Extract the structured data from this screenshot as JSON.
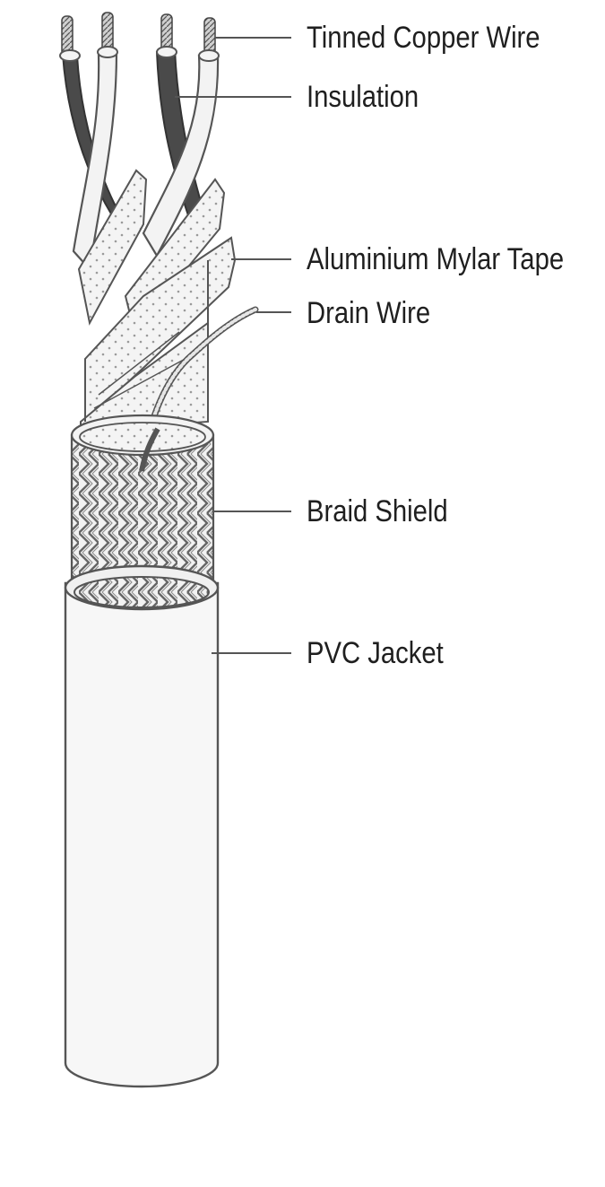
{
  "labels": {
    "tinned_copper_wire": "Tinned Copper Wire",
    "insulation": "Insulation",
    "aluminium_mylar_tape": "Aluminium Mylar Tape",
    "drain_wire": "Drain Wire",
    "braid_shield": "Braid Shield",
    "pvc_jacket": "PVC Jacket"
  },
  "colors": {
    "outline": "#555555",
    "dark_insulation": "#4a4a4a",
    "light_fill": "#f3f3f3",
    "text": "#1f1f1f"
  }
}
